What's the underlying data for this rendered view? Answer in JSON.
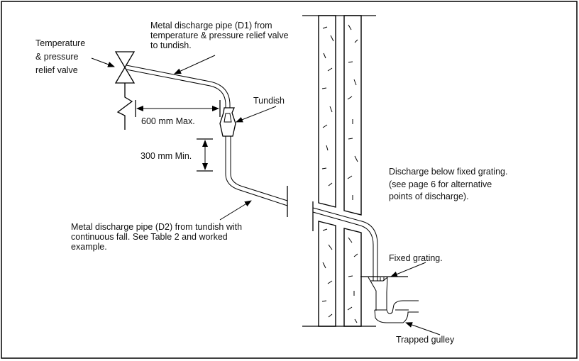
{
  "labels": {
    "valve": [
      "Temperature",
      "& pressure",
      "relief valve"
    ],
    "d1_pipe": [
      "Metal discharge pipe (D1) from",
      "temperature & pressure relief valve",
      "to tundish."
    ],
    "tundish": "Tundish",
    "max_dim": "600  mm Max.",
    "min_dim": "300  mm Min.",
    "d2_pipe": [
      "Metal discharge pipe (D2) from tundish with",
      "continuous fall. See Table 2 and worked",
      "example."
    ],
    "discharge": [
      "Discharge below fixed grating.",
      "(see page 6 for alternative",
      "points of discharge)."
    ],
    "grating": "Fixed grating.",
    "gulley": "Trapped gulley"
  }
}
